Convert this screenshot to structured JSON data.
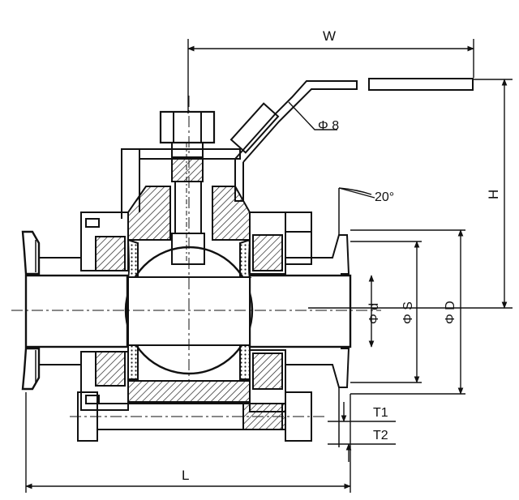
{
  "drawing": {
    "line_color": "#111111",
    "hatch_color": "#222222",
    "background": "#ffffff"
  },
  "labels": {
    "w": "W",
    "h": "H",
    "l": "L",
    "handle_dia": "Φ 8",
    "angle": "20°",
    "d_small": "Φ d",
    "s": "Φ S",
    "d_large": "Φ D",
    "t1": "T1",
    "t2": "T2"
  }
}
